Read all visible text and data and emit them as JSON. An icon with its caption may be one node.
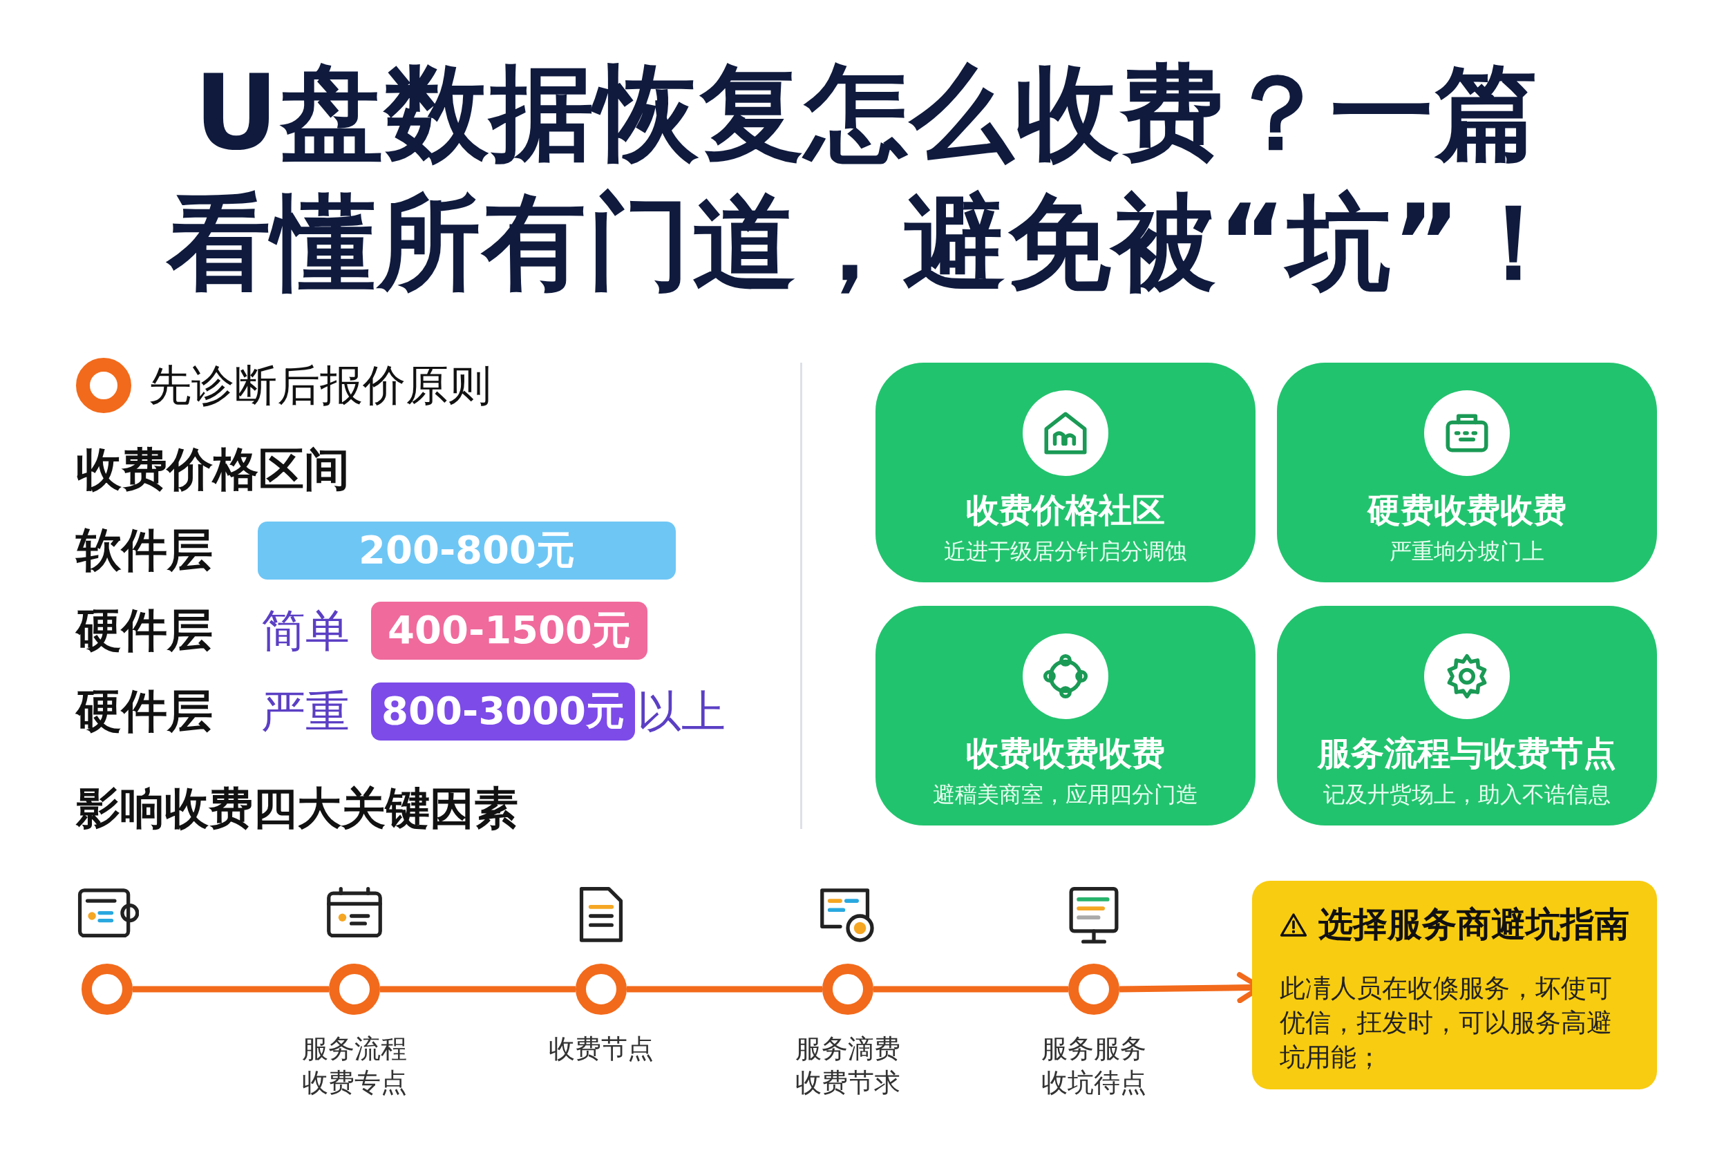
{
  "diagram": {
    "title": "U盘数据恢复怎么收费？一篇看懂所有门道，避免被“坑”！",
    "nodes": [
      {
        "text": [
          "200-800元"
        ]
      },
      {
        "text": [
          "400-1500元"
        ]
      },
      {
        "text": [
          "800-3000元"
        ]
      },
      {
        "text": [
          "收费价格社区",
          "近进于级居分针启分调蚀"
        ]
      },
      {
        "text": [
          "硬费收费收费",
          "严重垧分坡门上"
        ]
      },
      {
        "text": [
          "收费收费收费",
          "避穑美商室，应用四分门造"
        ]
      },
      {
        "text": [
          "服务流程与收费节点",
          "记及廾赀场上，助入不诰信息"
        ]
      },
      {
        "text": [
          "选择服务商避坑指南",
          "此凊人员在收倏服务，坏使可优信，抂发时，可以服务高避坑用能；"
        ]
      },
      {
        "text": [],
        "shape": "circle"
      },
      {
        "text": [],
        "shape": "circle",
        "beside": [
          "服务流程收费专点"
        ]
      },
      {
        "text": [],
        "shape": "circle",
        "beside": [
          "收费节点"
        ]
      },
      {
        "text": [],
        "shape": "circle",
        "beside": [
          "服务滴费收费节求"
        ]
      },
      {
        "text": [],
        "shape": "circle",
        "beside": [
          "服务服务收坑待点"
        ]
      }
    ],
    "edges": [
      {
        "from": 8,
        "to": 9,
        "arrow": "none"
      },
      {
        "from": 9,
        "to": 10,
        "arrow": "none"
      },
      {
        "from": 10,
        "to": 11,
        "arrow": "none"
      },
      {
        "from": 11,
        "to": 12,
        "arrow": "none"
      },
      {
        "from": 12,
        "to": 7,
        "arrow": "to"
      }
    ],
    "labels": [
      "先诊断后报价原则",
      "收费价格区间",
      "软件层",
      "硬件层",
      "简单",
      "硬件层",
      "严重",
      "以上",
      "影响收费四大关键因素"
    ]
  }
}
